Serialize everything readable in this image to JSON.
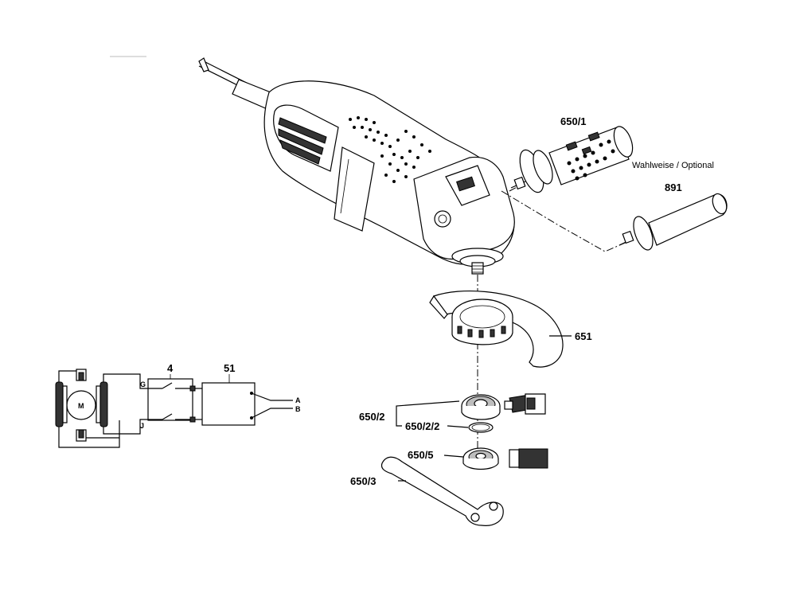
{
  "labels": {
    "p650_1": "650/1",
    "optional_note": "Wahlweise / Optional",
    "p891": "891",
    "p651": "651",
    "p650_2": "650/2",
    "p650_2_2": "650/2/2",
    "p650_5": "650/5",
    "p650_3": "650/3",
    "p4": "4",
    "p51": "51",
    "motor": "M",
    "wire_g": "G",
    "wire_j": "J",
    "wire_a": "A",
    "wire_b": "B"
  }
}
